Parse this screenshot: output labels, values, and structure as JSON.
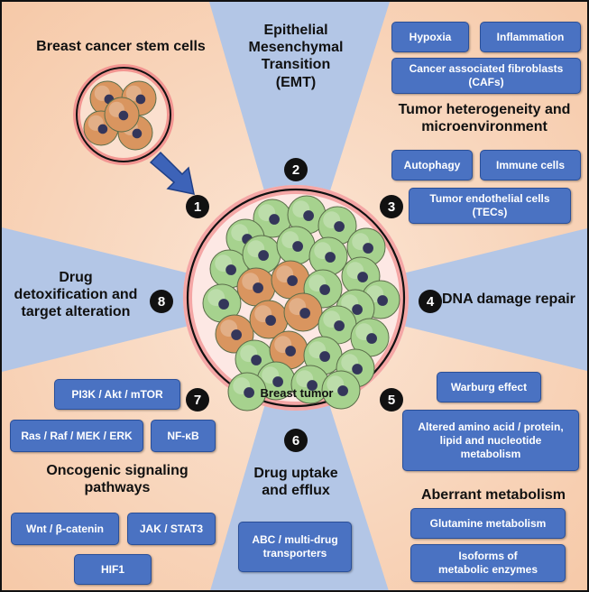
{
  "colors": {
    "peach": "#f6c9a8",
    "peach_light": "#fbe6d6",
    "blue_ray": "#aabfe0",
    "box_fill": "#4a72c2",
    "green_cell": "#a6d28e",
    "orange_cell": "#d9955f",
    "nucleus": "#34365a",
    "tumor_glow": "#e9535a"
  },
  "stem_cells": {
    "label": "Breast cancer stem cells"
  },
  "emt": {
    "label": "Epithelial\nMesenchymal\nTransition\n(EMT)"
  },
  "tumor": {
    "label": "Breast tumor"
  },
  "microenvironment": {
    "title": "Tumor heterogeneity and\nmicroenvironment",
    "boxes": [
      "Hypoxia",
      "Inflammation",
      "Cancer associated fibroblasts\n(CAFs)",
      "Autophagy",
      "Immune cells",
      "Tumor endothelial cells\n(TECs)"
    ]
  },
  "dna_repair": {
    "label": "DNA damage repair"
  },
  "metabolism": {
    "title": "Aberrant metabolism",
    "boxes": [
      "Warburg effect",
      "Altered amino acid / protein,\nlipid and nucleotide\nmetabolism",
      "Glutamine metabolism",
      "Isoforms of\nmetabolic enzymes"
    ]
  },
  "drug_uptake": {
    "label": "Drug uptake\nand efflux",
    "boxes": [
      "ABC / multi-drug\ntransporters"
    ]
  },
  "signaling": {
    "title": "Oncogenic signaling\npathways",
    "boxes": [
      "PI3K / Akt / mTOR",
      "Ras / Raf / MEK / ERK",
      "NF-κB",
      "Wnt / β-catenin",
      "JAK / STAT3",
      "HIF1"
    ]
  },
  "detox": {
    "label": "Drug\ndetoxification and\ntarget alteration"
  },
  "numbers": [
    "1",
    "2",
    "3",
    "4",
    "5",
    "6",
    "7",
    "8"
  ]
}
